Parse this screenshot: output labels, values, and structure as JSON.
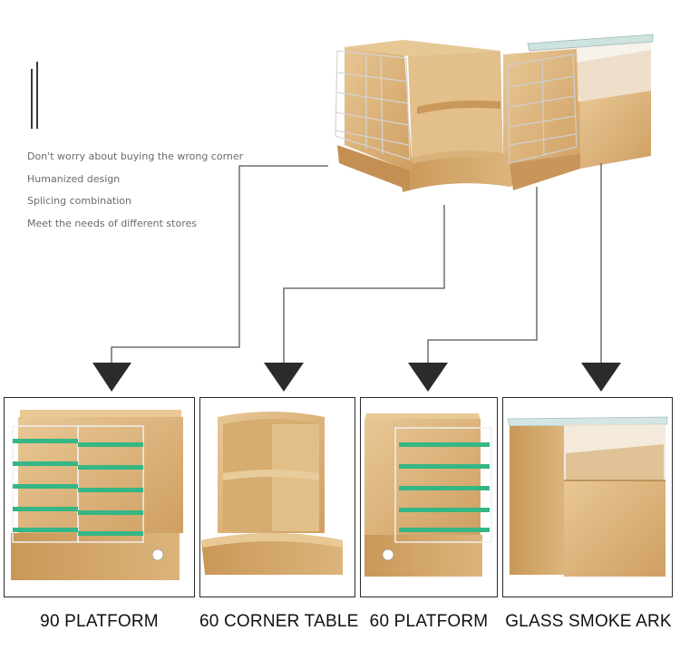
{
  "features": [
    "Don't worry about buying the wrong corner",
    "Humanized design",
    "Splicing combination",
    "Meet the needs of different stores"
  ],
  "products": [
    {
      "label": "90 PLATFORM"
    },
    {
      "label": "60 CORNER TABLE"
    },
    {
      "label": "60 PLATFORM"
    },
    {
      "label": "GLASS SMOKE ARK"
    }
  ],
  "colors": {
    "wood_light": "#e3c08e",
    "wood_mid": "#d4a96c",
    "wood_dark": "#b98a4f",
    "rack_wire": "#e8e8e8",
    "rack_green": "#3fb88a",
    "glass": "#cfe4e0",
    "connector_line": "#6e6e6e",
    "arrow": "#2b2b2b"
  }
}
